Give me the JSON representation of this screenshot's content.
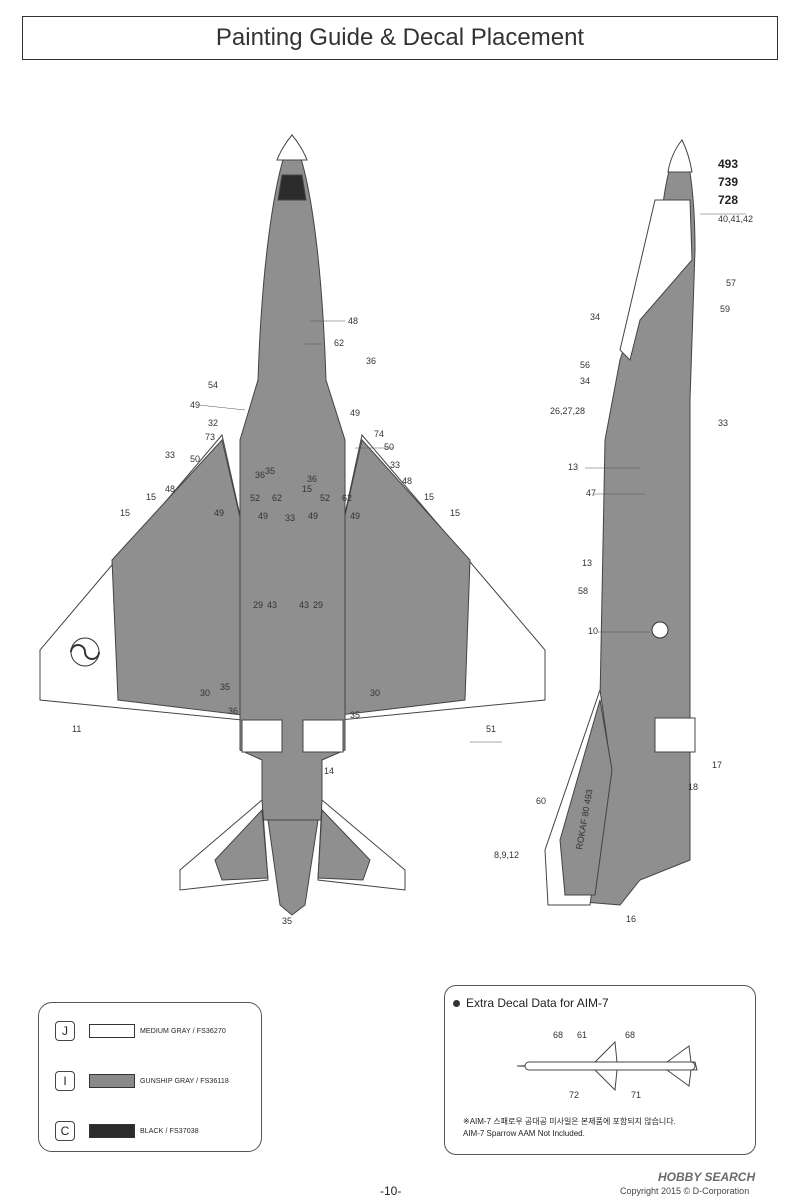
{
  "page_title": "Painting Guide & Decal Placement",
  "side_numbers": [
    "493",
    "739",
    "728"
  ],
  "callouts": {
    "c_40_41_42": "40,41,42",
    "c_57": "57",
    "c_59": "59",
    "c_34a": "34",
    "c_56": "56",
    "c_34b": "34",
    "c_26_27_28": "26,27,28",
    "c_33r": "33",
    "c_13a": "13",
    "c_47": "47",
    "c_13b": "13",
    "c_58": "58",
    "c_10": "10",
    "c_17": "17",
    "c_18": "18",
    "c_60": "60",
    "c_8_9_12": "8,9,12",
    "c_16": "16",
    "c_48t": "48",
    "c_62t": "62",
    "c_36t": "36",
    "c_54": "54",
    "c_49l": "49",
    "c_32": "32",
    "c_73": "73",
    "c_49r": "49",
    "c_74": "74",
    "c_50l": "50",
    "c_50r": "50",
    "c_33l": "33",
    "c_33m": "33",
    "c_48l": "48",
    "c_48r": "48",
    "c_36a": "36",
    "c_36b": "36",
    "c_35t": "35",
    "c_15m": "15",
    "c_15a": "15",
    "c_15b": "15",
    "c_15c": "15",
    "c_15d": "15",
    "c_52a": "52",
    "c_52b": "52",
    "c_62a": "62",
    "c_62b": "62",
    "c_49a": "49",
    "c_49b": "49",
    "c_49c": "49",
    "c_49d": "49",
    "c_33c": "33",
    "c_29a": "29",
    "c_43a": "43",
    "c_43b": "43",
    "c_29b": "29",
    "c_11": "11",
    "c_30a": "30",
    "c_30b": "30",
    "c_35a": "35",
    "c_35b": "35",
    "c_36c": "36",
    "c_51": "51",
    "c_14": "14",
    "c_35c": "35"
  },
  "side_marking": "ROKAF 80 493",
  "legend": [
    {
      "code": "J",
      "label": "MEDIUM GRAY / FS36270",
      "color": "#ffffff"
    },
    {
      "code": "I",
      "label": "GUNSHIP GRAY / FS36118",
      "color": "#8a8a8a"
    },
    {
      "code": "C",
      "label": "BLACK / FS37038",
      "color": "#2b2b2b"
    }
  ],
  "extra_decal": {
    "title": "Extra Decal Data for AIM-7",
    "labels": {
      "a": "68",
      "b": "61",
      "c": "68",
      "d": "72",
      "e": "71"
    },
    "note_ko": "※AIM-7 스패로우 공대공 미사일은 본제품에 포함되지 않습니다.",
    "note_en": "AIM-7 Sparrow AAM Not Included."
  },
  "footer": {
    "page": "-10-",
    "copyright": "Copyright 2015 © D-Corporation",
    "watermark": "HOBBY SEARCH"
  }
}
